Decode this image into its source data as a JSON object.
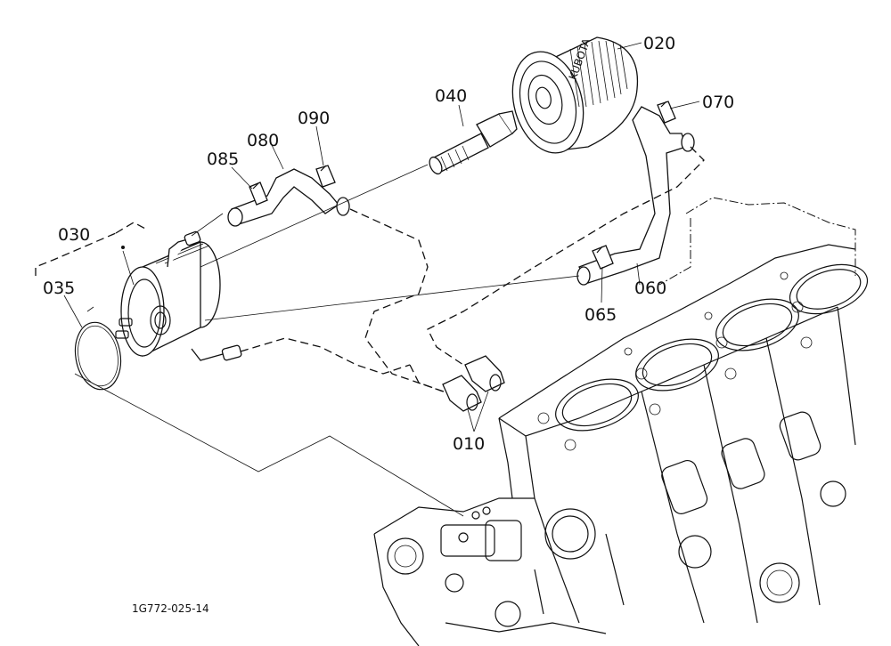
{
  "parts": {
    "p010": "010",
    "p020": "020",
    "p030": "030",
    "p035": "035",
    "p040": "040",
    "p060": "060",
    "p065": "065",
    "p070": "070",
    "p080": "080",
    "p085": "085",
    "p090": "090"
  },
  "drawing_code": "1G772-025-14",
  "filter_print": "KUBOTA"
}
